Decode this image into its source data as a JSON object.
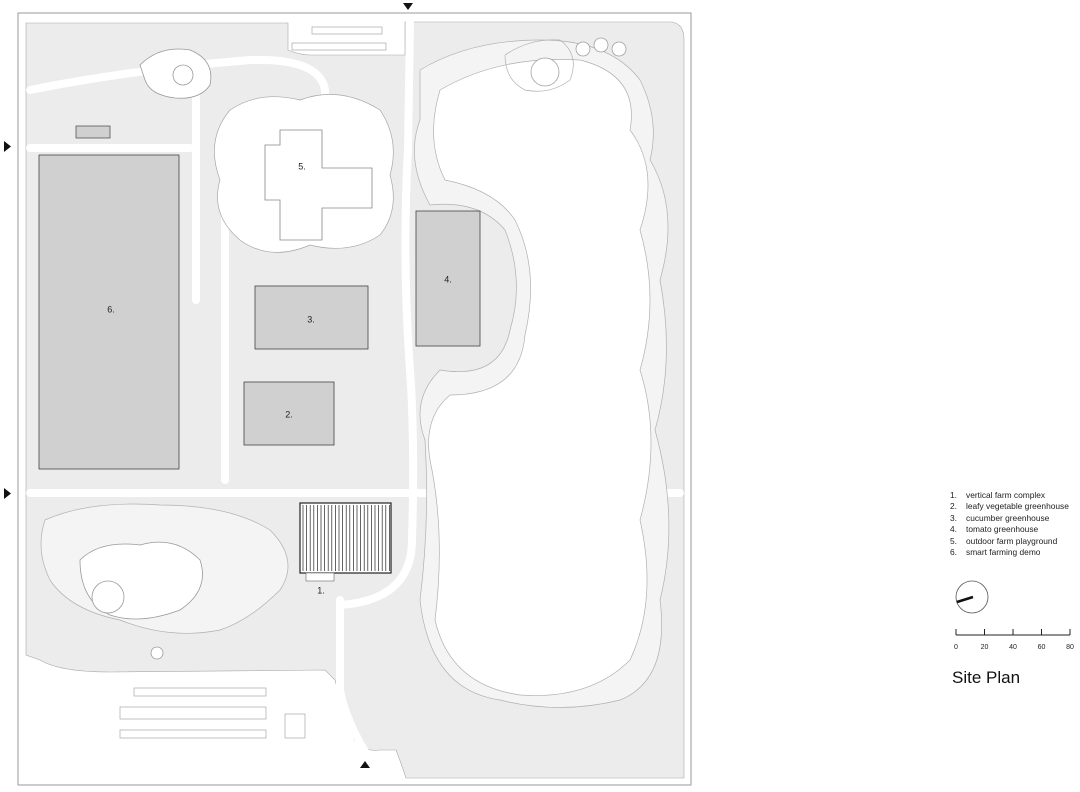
{
  "plan": {
    "buildings": [
      {
        "id": "6",
        "label": "6."
      },
      {
        "id": "3",
        "label": "3."
      },
      {
        "id": "4",
        "label": "4."
      },
      {
        "id": "2",
        "label": "2."
      },
      {
        "id": "5",
        "label": "5."
      },
      {
        "id": "1",
        "label": "1."
      }
    ]
  },
  "legend": {
    "items": [
      {
        "num": "1.",
        "text": "vertical farm complex"
      },
      {
        "num": "2.",
        "text": "leafy vegetable greenhouse"
      },
      {
        "num": "3.",
        "text": "cucumber greenhouse"
      },
      {
        "num": "4.",
        "text": "tomato greenhouse"
      },
      {
        "num": "5.",
        "text": "outdoor farm playground"
      },
      {
        "num": "6.",
        "text": "smart farming demo"
      }
    ]
  },
  "scale": {
    "labels": [
      "0",
      "20",
      "40",
      "60",
      "80"
    ]
  },
  "title": "Site Plan",
  "colors": {
    "ground": "#ececec",
    "building": "#d0d0d0",
    "outline": "#444444"
  }
}
